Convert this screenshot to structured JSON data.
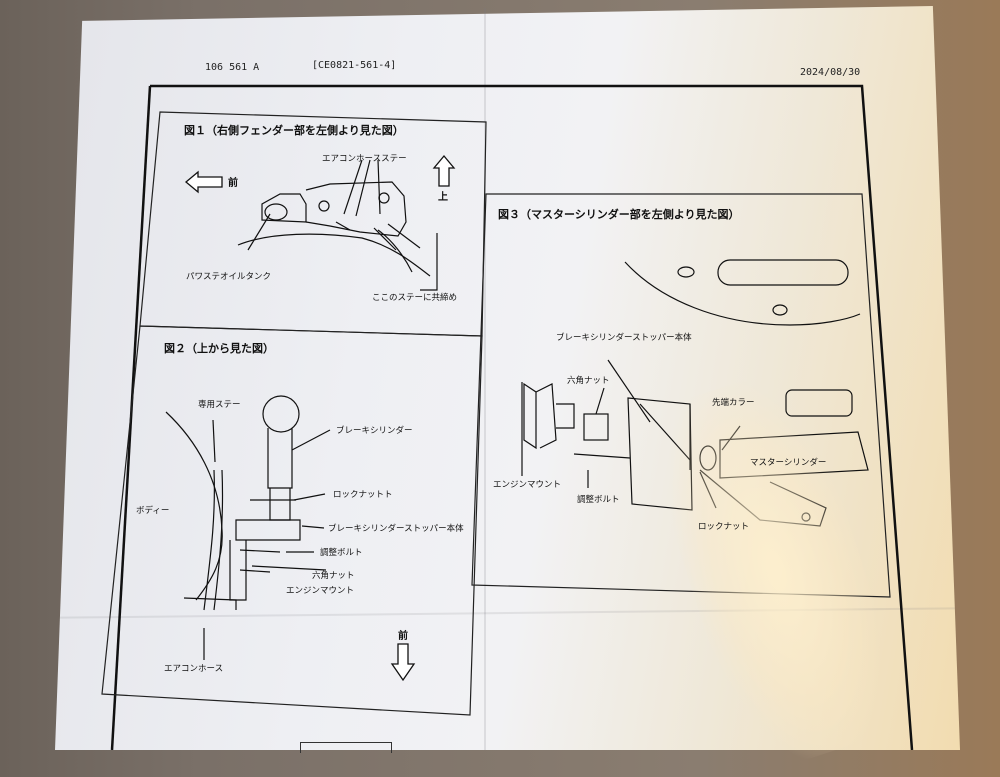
{
  "header": {
    "doc_number": "106 561 A",
    "doc_code": "[CE0821-561-4]",
    "date": "2024/08/30"
  },
  "fig1": {
    "caption": "図１（右側フェンダー部を左側より見た図）",
    "front_label": "前",
    "up_label": "上",
    "labels": {
      "aircon_hose_stay": "エアコンホースステー",
      "power_oil_tank": "パワステオイルタンク",
      "stay_fasten": "ここのステーに共締め"
    }
  },
  "fig2": {
    "caption": "図２（上から見た図）",
    "front_label": "前",
    "labels": {
      "dedicated_stay": "専用ステー",
      "brake_cylinder": "ブレーキシリンダー",
      "body": "ボディー",
      "lock_nut": "ロックナットト",
      "stopper_body": "ブレーキシリンダーストッパー本体",
      "adjust_bolt": "調整ボルト",
      "hex_nut": "六角ナット",
      "engine_mount": "エンジンマウント",
      "aircon_hose": "エアコンホース"
    }
  },
  "fig3": {
    "caption": "図３（マスターシリンダー部を左側より見た図）",
    "labels": {
      "stopper_body": "ブレーキシリンダーストッパー本体",
      "hex_nut": "六角ナット",
      "tip_collar": "先端カラー",
      "master_cylinder": "マスターシリンダー",
      "engine_mount": "エンジンマウント",
      "adjust_bolt": "調整ボルト",
      "lock_nut": "ロックナット"
    }
  }
}
